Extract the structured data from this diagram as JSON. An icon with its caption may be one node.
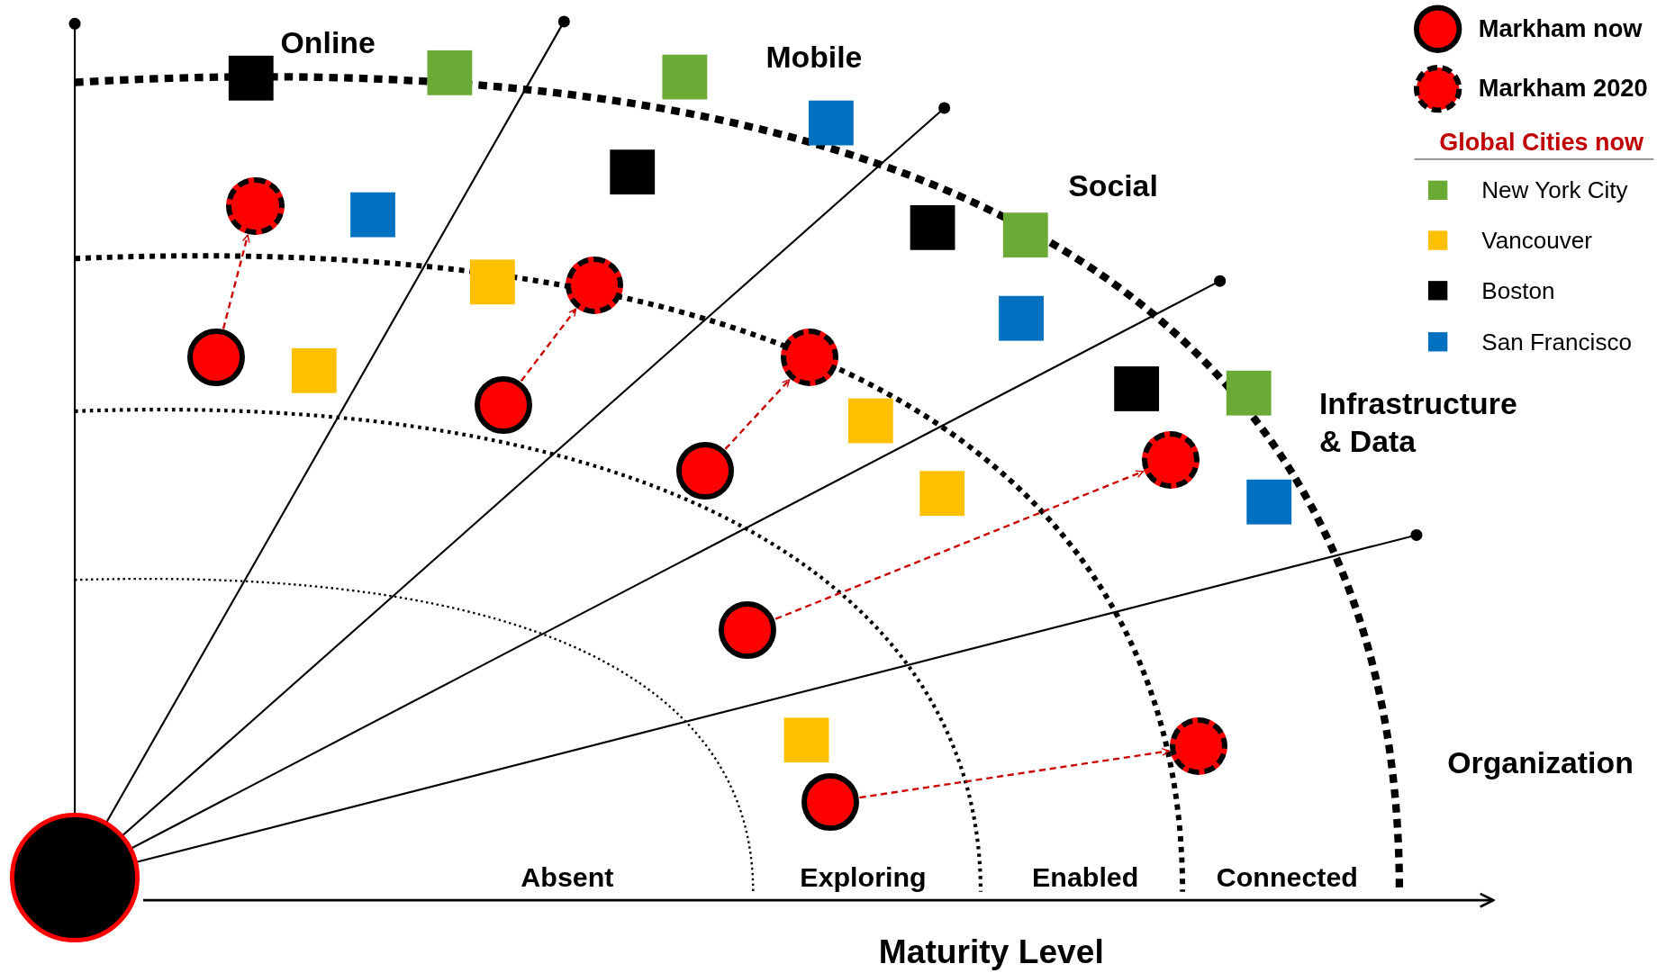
{
  "diagram": {
    "nodes": [
      {
        "text": [],
        "shape": "circle"
      },
      {
        "text": [],
        "shape": "circle"
      },
      {
        "text": [],
        "shape": "circle"
      },
      {
        "text": [],
        "shape": "circle"
      },
      {
        "text": [],
        "shape": "circle"
      },
      {
        "text": [],
        "shape": "circle"
      },
      {
        "text": [],
        "shape": "circle"
      },
      {
        "text": [],
        "shape": "circle"
      },
      {
        "text": [],
        "shape": "circle"
      },
      {
        "text": [],
        "shape": "circle"
      },
      {
        "text": [],
        "shape": "circle"
      }
    ],
    "edges": [
      {
        "from": 2,
        "to": 0,
        "arrow": "to",
        "style": "dashed"
      },
      {
        "from": 4,
        "to": 1,
        "arrow": "to",
        "style": "dashed"
      },
      {
        "from": 6,
        "to": 3,
        "arrow": "to",
        "style": "dashed"
      },
      {
        "from": 7,
        "to": 5,
        "arrow": "to",
        "style": "dashed"
      },
      {
        "from": 9,
        "to": 8,
        "arrow": "to",
        "style": "dashed"
      }
    ],
    "labels": [
      "Online",
      "Mobile",
      "Social",
      "Infrastructure & Data",
      "Organization",
      "Absent",
      "Exploring",
      "Enabled",
      "Connected",
      "Maturity Level",
      "Global Cities now"
    ],
    "legend": [
      {
        "text": "Markham now"
      },
      {
        "text": "Markham 2020"
      },
      {
        "text": "New York City",
        "color": "#6aaa35"
      },
      {
        "text": "Vancouver",
        "color": "#ffc000"
      },
      {
        "text": "Boston",
        "color": "#000000"
      },
      {
        "text": "San Francisco",
        "color": "#0070c0"
      }
    ]
  }
}
